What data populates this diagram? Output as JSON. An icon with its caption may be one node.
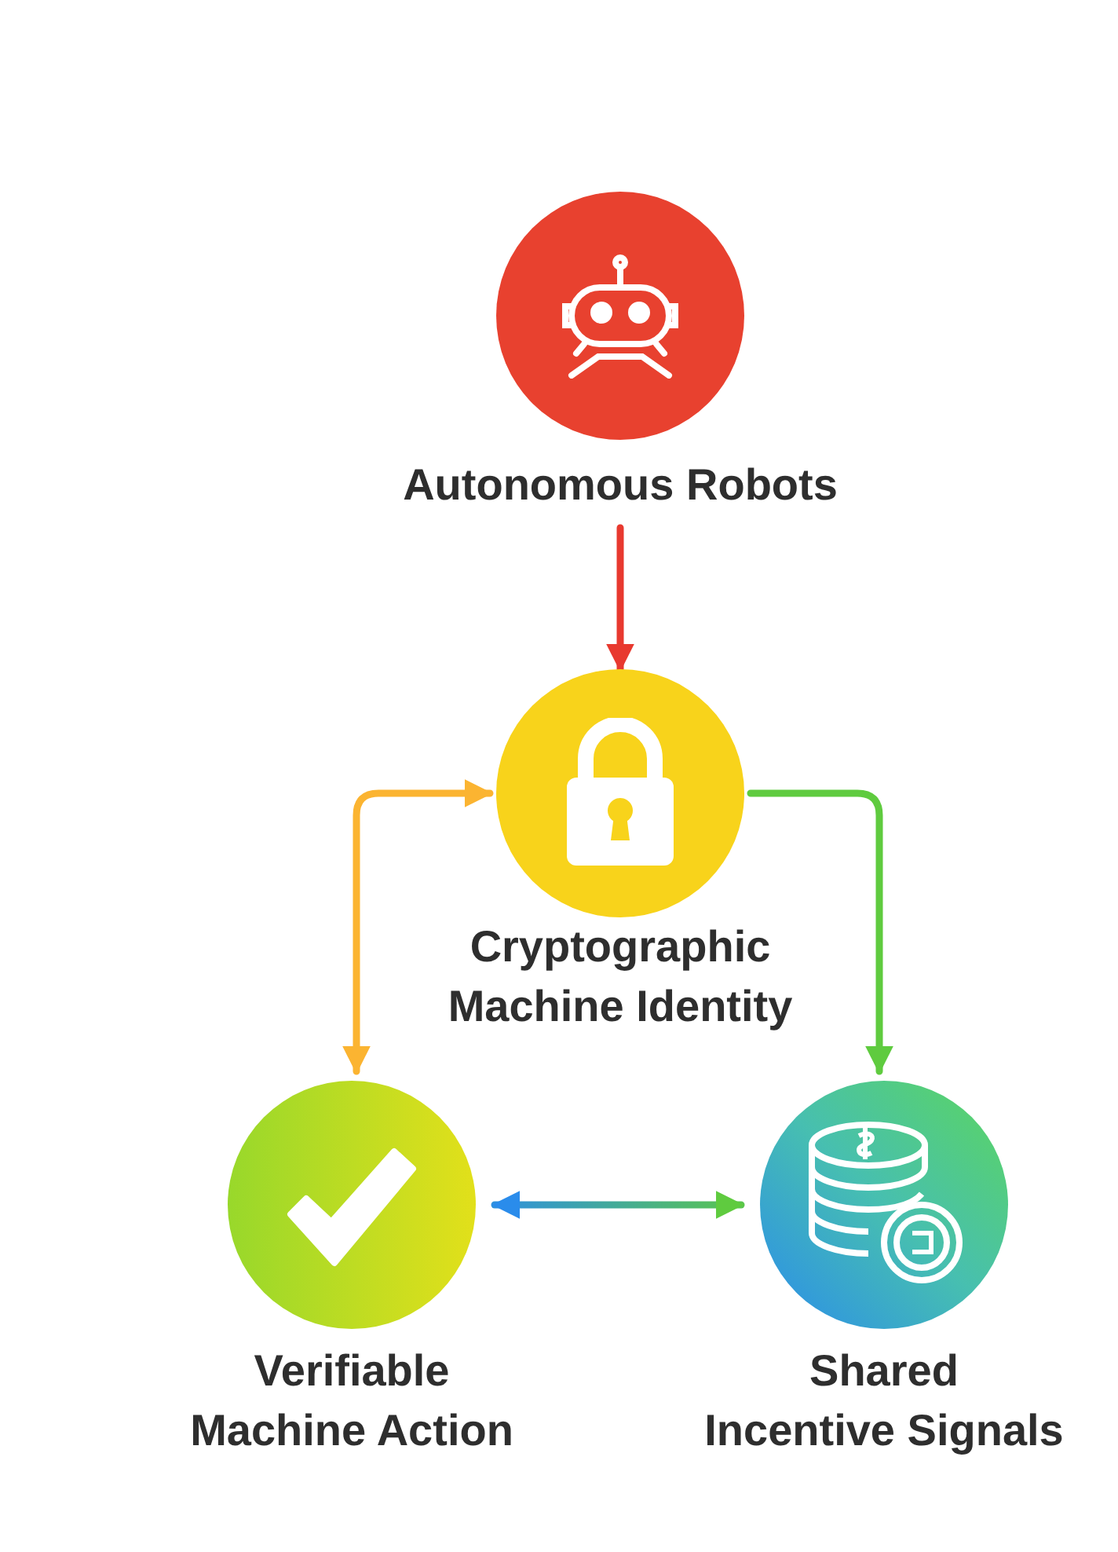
{
  "diagram": {
    "nodes": [
      {
        "text": [
          "Autonomous Robots"
        ]
      },
      {
        "text": [
          "Cryptographic Machine Identity"
        ]
      },
      {
        "text": [
          "Verifiable Machine Action"
        ]
      },
      {
        "text": [
          "Shared Incentive Signals"
        ]
      }
    ],
    "edges": [
      {
        "from": 0,
        "to": 1,
        "arrow": "to",
        "color": "#e8392f"
      },
      {
        "from": 2,
        "to": 1,
        "arrow": "both",
        "color": "#fbb431"
      },
      {
        "from": 1,
        "to": 3,
        "arrow": "to",
        "color": "#5fcb3f"
      },
      {
        "from": 2,
        "to": 3,
        "arrow": "both"
      }
    ]
  }
}
